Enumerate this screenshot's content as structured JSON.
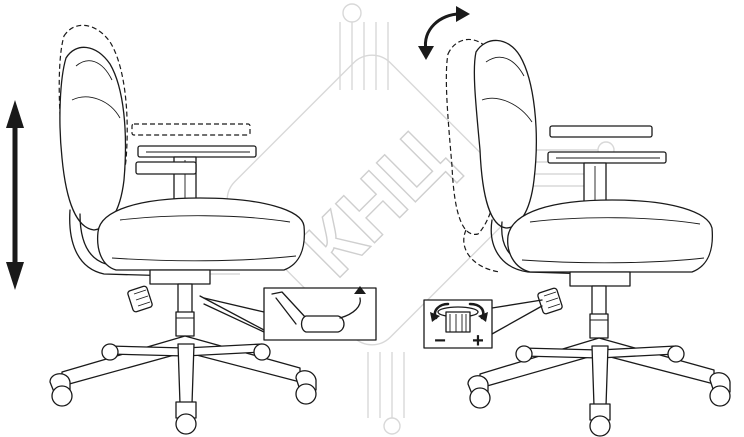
{
  "watermark": {
    "text": "КНЦ"
  },
  "panels": {
    "height_adjust": {
      "arrow_icon": "double-vertical-arrow",
      "lever_icon": "gas-lift-lever"
    },
    "tilt_adjust": {
      "arrow_icon": "curved-double-arrow",
      "knob_icon": "tension-knob",
      "minus_label": "−",
      "plus_label": "+"
    }
  },
  "colors": {
    "line": "#1a1a1a",
    "background": "#ffffff",
    "watermark": "#cfcfcf"
  }
}
